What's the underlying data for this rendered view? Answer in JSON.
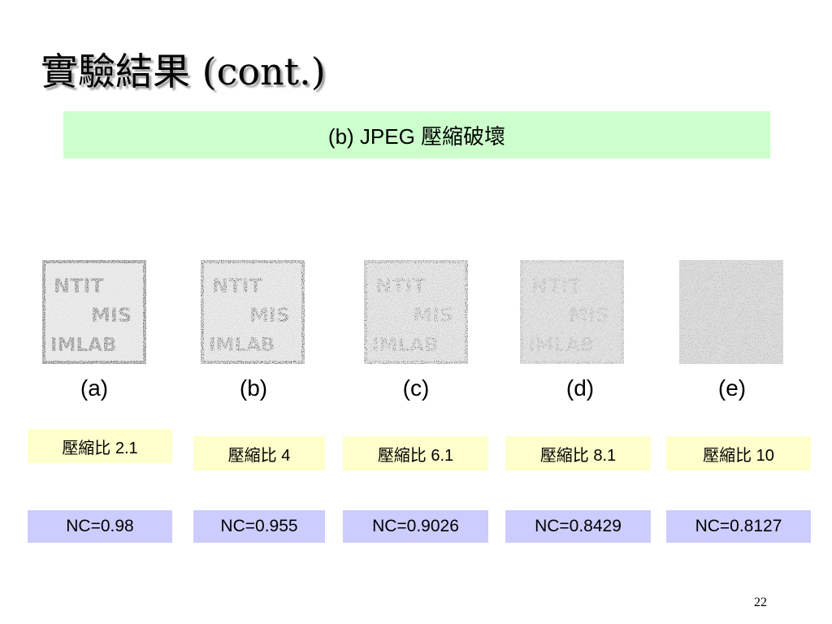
{
  "slide": {
    "title": "實驗結果 (cont.)",
    "subtitle": "(b) JPEG 壓縮破壞",
    "page_number": "22"
  },
  "watermark": {
    "lines": [
      "NTIT",
      "MIS",
      "IMLAB"
    ]
  },
  "panels": [
    {
      "label": "(a)",
      "ratio": "壓縮比 2.1",
      "nc": "NC=0.98"
    },
    {
      "label": "(b)",
      "ratio": "壓縮比 4",
      "nc": "NC=0.955"
    },
    {
      "label": "(c)",
      "ratio": "壓縮比 6.1",
      "nc": "NC=0.9026"
    },
    {
      "label": "(d)",
      "ratio": "壓縮比 8.1",
      "nc": "NC=0.8429"
    },
    {
      "label": "(e)",
      "ratio": "壓縮比 10",
      "nc": "NC=0.8127"
    }
  ],
  "colors": {
    "subtitle_bg": "#ccffcc",
    "ratio_bg": "#ffffcc",
    "nc_bg": "#ccccff"
  }
}
